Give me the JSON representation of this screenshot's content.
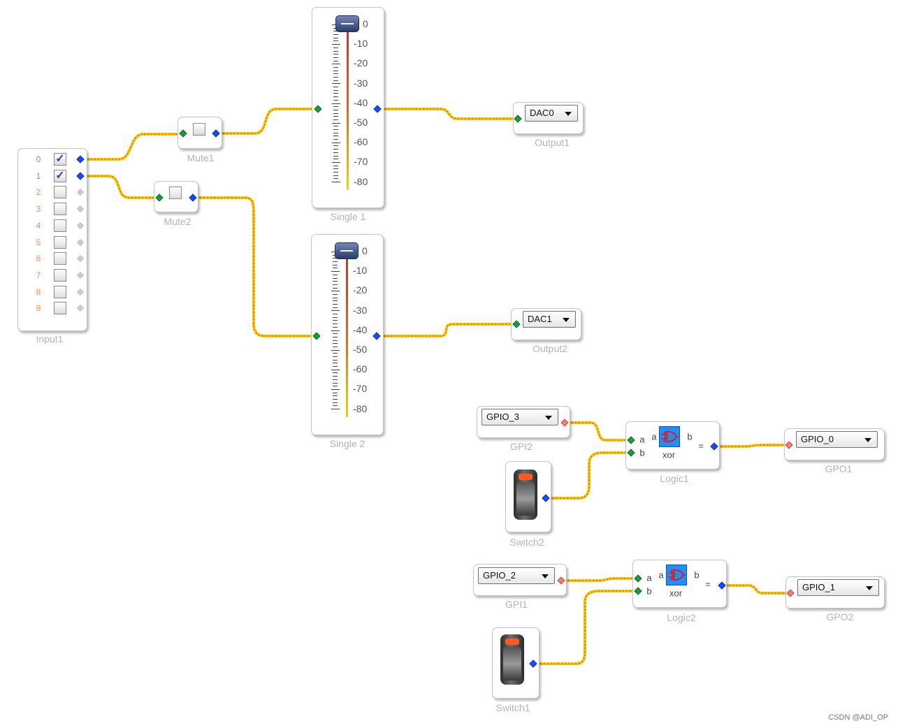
{
  "input_block": {
    "label": "Input1",
    "channels": [
      {
        "index": "0",
        "checked": true
      },
      {
        "index": "1",
        "checked": true
      },
      {
        "index": "2",
        "checked": false
      },
      {
        "index": "3",
        "checked": false
      },
      {
        "index": "4",
        "checked": false
      },
      {
        "index": "5",
        "checked": false
      },
      {
        "index": "6",
        "checked": false
      },
      {
        "index": "7",
        "checked": false
      },
      {
        "index": "8",
        "checked": false
      },
      {
        "index": "9",
        "checked": false
      }
    ],
    "active_index_color": "#8a8a8a",
    "inactive_index_color": "#f08a5d"
  },
  "mute_blocks": [
    {
      "label": "Mute1",
      "checked": false
    },
    {
      "label": "Mute2",
      "checked": false
    }
  ],
  "sliders": [
    {
      "label": "Single 1",
      "value_db": 0
    },
    {
      "label": "Single 2",
      "value_db": 0
    }
  ],
  "slider_scale": [
    "0",
    "-10",
    "-20",
    "-30",
    "-40",
    "-50",
    "-60",
    "-70",
    "-80"
  ],
  "outputs": [
    {
      "label": "Output1",
      "selected": "DAC0"
    },
    {
      "label": "Output2",
      "selected": "DAC1"
    }
  ],
  "gpi_blocks": [
    {
      "label": "GPI2",
      "selected": "GPIO_3"
    },
    {
      "label": "GPI1",
      "selected": "GPIO_2"
    }
  ],
  "gpo_blocks": [
    {
      "label": "GPO1",
      "selected": "GPIO_0"
    },
    {
      "label": "GPO2",
      "selected": "GPIO_1"
    }
  ],
  "logic_blocks": [
    {
      "label": "Logic1",
      "input_a": "a",
      "input_b": "b",
      "gate_in": "a",
      "gate_out": "b",
      "operator": "xor",
      "result": "="
    },
    {
      "label": "Logic2",
      "input_a": "a",
      "input_b": "b",
      "gate_in": "a",
      "gate_out": "b",
      "operator": "xor",
      "result": "="
    }
  ],
  "switches": [
    {
      "label": "Switch2"
    },
    {
      "label": "Switch1"
    }
  ],
  "colors": {
    "wire": "#f6c400",
    "wire_dash": "#d2372b",
    "input_pin": "#1a9c3c",
    "output_pin": "#1a4cff",
    "gpio_pin": "#f07f7f",
    "xor_gate": "#1f8fff"
  },
  "watermark": "CSDN @ADI_OP"
}
